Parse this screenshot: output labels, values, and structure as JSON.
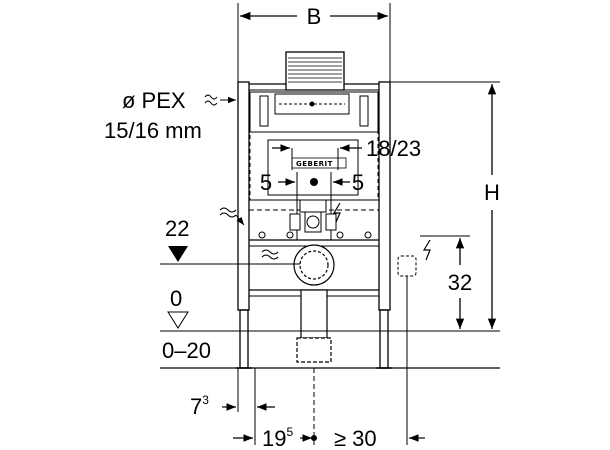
{
  "dimensions": {
    "width_label": "B",
    "height_label": "H",
    "pex_label": "ø PEX",
    "pex_size": "15/16 mm",
    "flush_dim": "18/23",
    "left_offset": "5",
    "right_offset": "5",
    "inlet_height": "22",
    "socket_height": "32",
    "floor_level": "0",
    "floor_range": "0–20",
    "offset_7": "7",
    "offset_7_sup": "3",
    "offset_19": "19",
    "offset_19_sup": "5",
    "min_30": "≥ 30"
  },
  "branding": {
    "logo_text": "GEBERIT"
  },
  "icons": [
    "water-wave-icon",
    "electric-bolt-icon",
    "level-triangle-icon",
    "floor-triangle-icon"
  ]
}
